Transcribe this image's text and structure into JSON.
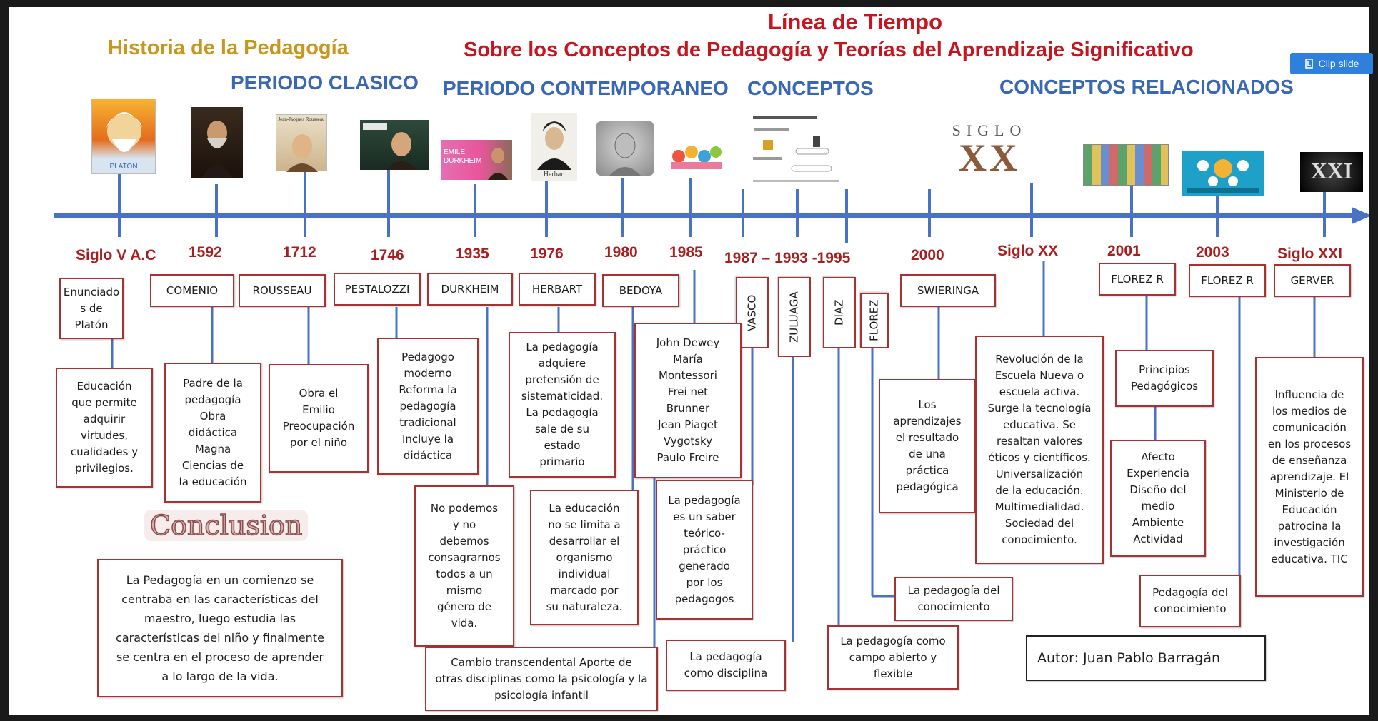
{
  "title_line1": "Línea de Tiempo",
  "title_line2": "Sobre los Conceptos de Pedagogía y Teorías del Aprendizaje Significativo",
  "history_title": "Historia de la Pedagogía",
  "periods": {
    "clasico": "PERIODO CLASICO",
    "contemporaneo": "PERIODO CONTEMPORANEO",
    "conceptos": "CONCEPTOS",
    "relacionados": "CONCEPTOS RELACIONADOS"
  },
  "clip_button": "Clip slide",
  "years": [
    "Siglo V A.C",
    "1592",
    "1712",
    "1746",
    "1935",
    "1976",
    "1980",
    "1985",
    "1987 – 1993 -1995",
    "2000",
    "Siglo XX",
    "2001",
    "2003",
    "Siglo XXI"
  ],
  "picture_text": {
    "platon": "PLATON",
    "rousseau": "Jean-Jacques Rousseau",
    "emile": "EMILE DURKHEIM",
    "herbart": "Herbart",
    "siglo": "SIGLO",
    "xx": "XX",
    "xxi": "XXI"
  },
  "names": {
    "platon": "Enunciado\ns de\nPlatón",
    "comenio": "COMENIO",
    "rousseau": "ROUSSEAU",
    "pestalozzi": "PESTALOZZI",
    "durkheim": "DURKHEIM",
    "herbart": "HERBART",
    "bedoya": "BEDOYA",
    "vasco": "VASCO",
    "zuluaga": "ZULUAGA",
    "diaz": "DIAZ",
    "florez": "FLOREZ",
    "swieringa": "SWIERINGA",
    "florez_r1": "FLOREZ R",
    "florez_r2": "FLOREZ R",
    "gerver": "GERVER"
  },
  "descriptions": {
    "platon": "Educación\nque permite\nadquirir\nvirtudes,\ncualidades y\nprivilegios.",
    "comenio": "Padre de la\npedagogía\nObra\ndidáctica\nMagna\nCiencias de\nla educación",
    "rousseau": "Obra el\nEmilio\nPreocupación\npor el niño",
    "pestalozzi": "Pedagogo\nmoderno\nReforma la\npedagogía\ntradicional\nIncluye la\ndidáctica",
    "durkheim": "No podemos\ny no\ndebemos\nconsagrarnos\ntodos a un\nmismo\ngénero de\nvida.",
    "herbart": "La pedagogía\nadquiere\npretensión de\nsistematicidad.\nLa pedagogía\nsale de su\nestado\nprimario",
    "bedoya": "La educación\nno se limita a\ndesarrollar el\norganismo\nindividual\nmarcado por\nsu naturaleza.",
    "authors_1985": "John Dewey\nMaría\nMontessori\nFrei net\nBrunner\nJean Piaget\nVygotsky\nPaulo Freire",
    "vasco": "La pedagogía\nes un saber\nteórico-\npráctico\ngenerado\npor los\npedagogos",
    "cambio": "Cambio transcendental Aporte de\notras disciplinas como la psicología y la\npsicología infantil",
    "zuluaga": "La pedagogía\ncomo disciplina",
    "diaz": "La pedagogía como\ncampo abierto y\nflexible",
    "florez": "La pedagogía del\nconocimiento",
    "swieringa": "Los\naprendizajes\nel resultado\nde una\npráctica\npedagógica",
    "siglo_xx": "Revolución de la\nEscuela Nueva o\nescuela activa.\nSurge la tecnología\neducativa. Se\nresaltan valores\néticos y científicos.\nUniversalización\nde la educación.\nMultimedialidad.\nSociedad del\nconocimiento.",
    "florez_principios": "Principios\nPedagógicos",
    "florez_afecto": "Afecto\nExperiencia\nDiseño del\nmedio\nAmbiente\nActividad",
    "florez_2003": "Pedagogía del\nconocimiento",
    "gerver": "Influencia de\nlos medios de\ncomunicación\nen los procesos\nde enseñanza\naprendizaje. El\nMinisterio de\nEducación\npatrocina la\ninvestigación\neducativa. TIC"
  },
  "conclusion_label": "Conclusion",
  "conclusion_text": "La Pedagogía en un comienzo se\ncentraba en las características del\nmaestro, luego estudia las\ncaracterísticas del niño y finalmente\nse centra en el proceso de aprender\na lo largo de la vida.",
  "author": "Autor: Juan Pablo Barragán",
  "colors": {
    "title_red": "#c8141e",
    "history_gold": "#c9961d",
    "period_blue": "#3a67b4",
    "year_red": "#a81e1e",
    "axis_blue": "#4a72c4",
    "box_border": "#a83232",
    "clip_blue": "#2f7fdc"
  }
}
